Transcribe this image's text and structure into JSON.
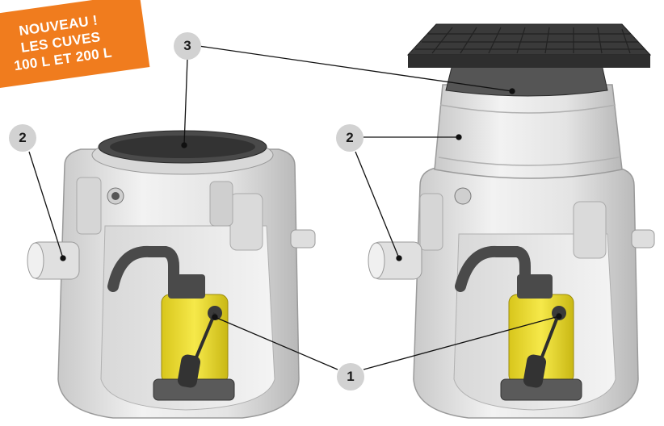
{
  "banner": {
    "lines": [
      "NOUVEAU !",
      "LES CUVES",
      "100 L ET 200 L"
    ]
  },
  "callouts": {
    "c1": "1",
    "c2_left": "2",
    "c2_right": "2",
    "c3": "3"
  },
  "colors": {
    "banner_bg": "#f07c1e",
    "tank_body": "#e6e6e6",
    "pump_yellow": "#f2e03a",
    "cover_dark": "#3a3a3a",
    "callout_bg": "#d2d2d2"
  }
}
